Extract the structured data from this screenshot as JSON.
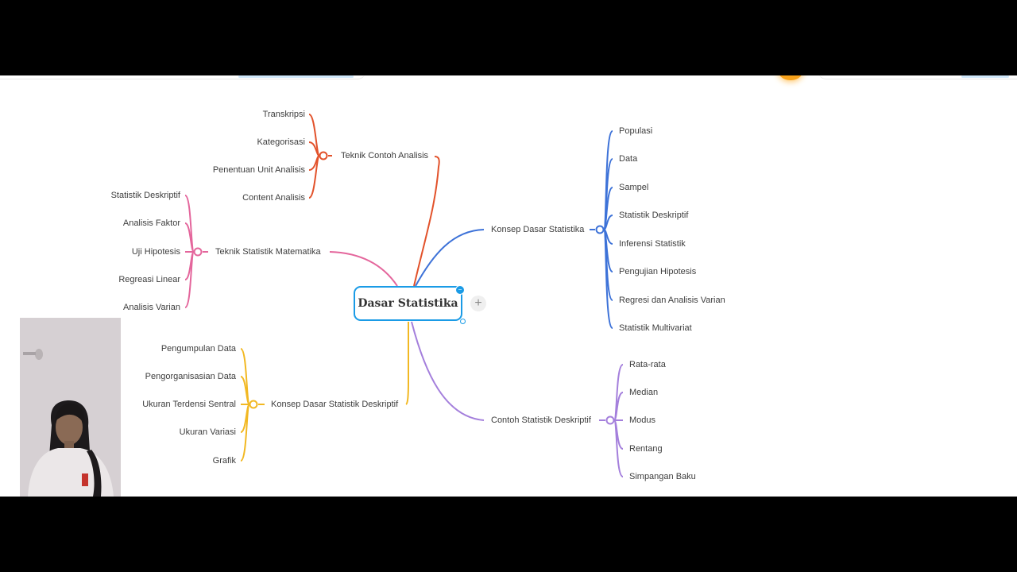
{
  "root": {
    "label": "Dasar Statistika",
    "collapse_glyph": "−",
    "add_glyph": "+"
  },
  "branches": {
    "teknik_contoh": {
      "label": "Teknik Contoh Analisis",
      "color": "#e2522b",
      "children": [
        "Transkripsi",
        "Kategorisasi",
        "Penentuan Unit Analisis",
        "Content Analisis"
      ]
    },
    "teknik_statistik": {
      "label": "Teknik Statistik Matematika",
      "color": "#e4669c",
      "children": [
        "Statistik Deskriptif",
        "Analisis Faktor",
        "Uji Hipotesis",
        "Regreasi Linear",
        "Analisis Varian"
      ]
    },
    "konsep_deskriptif": {
      "label": "Konsep Dasar Statistik Deskriptif",
      "color": "#f2b822",
      "children": [
        "Pengumpulan Data",
        "Pengorganisasian Data",
        "Ukuran Terdensi Sentral",
        "Ukuran Variasi",
        "Grafik"
      ]
    },
    "konsep_dasar": {
      "label": "Konsep Dasar Statistika",
      "color": "#3d72d8",
      "children": [
        "Populasi",
        "Data",
        "Sampel",
        "Statistik Deskriptif",
        "Inferensi Statistik",
        "Pengujian Hipotesis",
        "Regresi dan Analisis Varian",
        "Statistik Multivariat"
      ]
    },
    "contoh_deskriptif": {
      "label": "Contoh Statistik Deskriptif",
      "color": "#a47fdc",
      "children": [
        "Rata-rata",
        "Median",
        "Modus",
        "Rentang",
        "Simpangan Baku"
      ]
    }
  },
  "accent": {
    "topbar": "#cfe7fa",
    "sun": "#f7a21b",
    "root_border": "#1a9be6"
  }
}
